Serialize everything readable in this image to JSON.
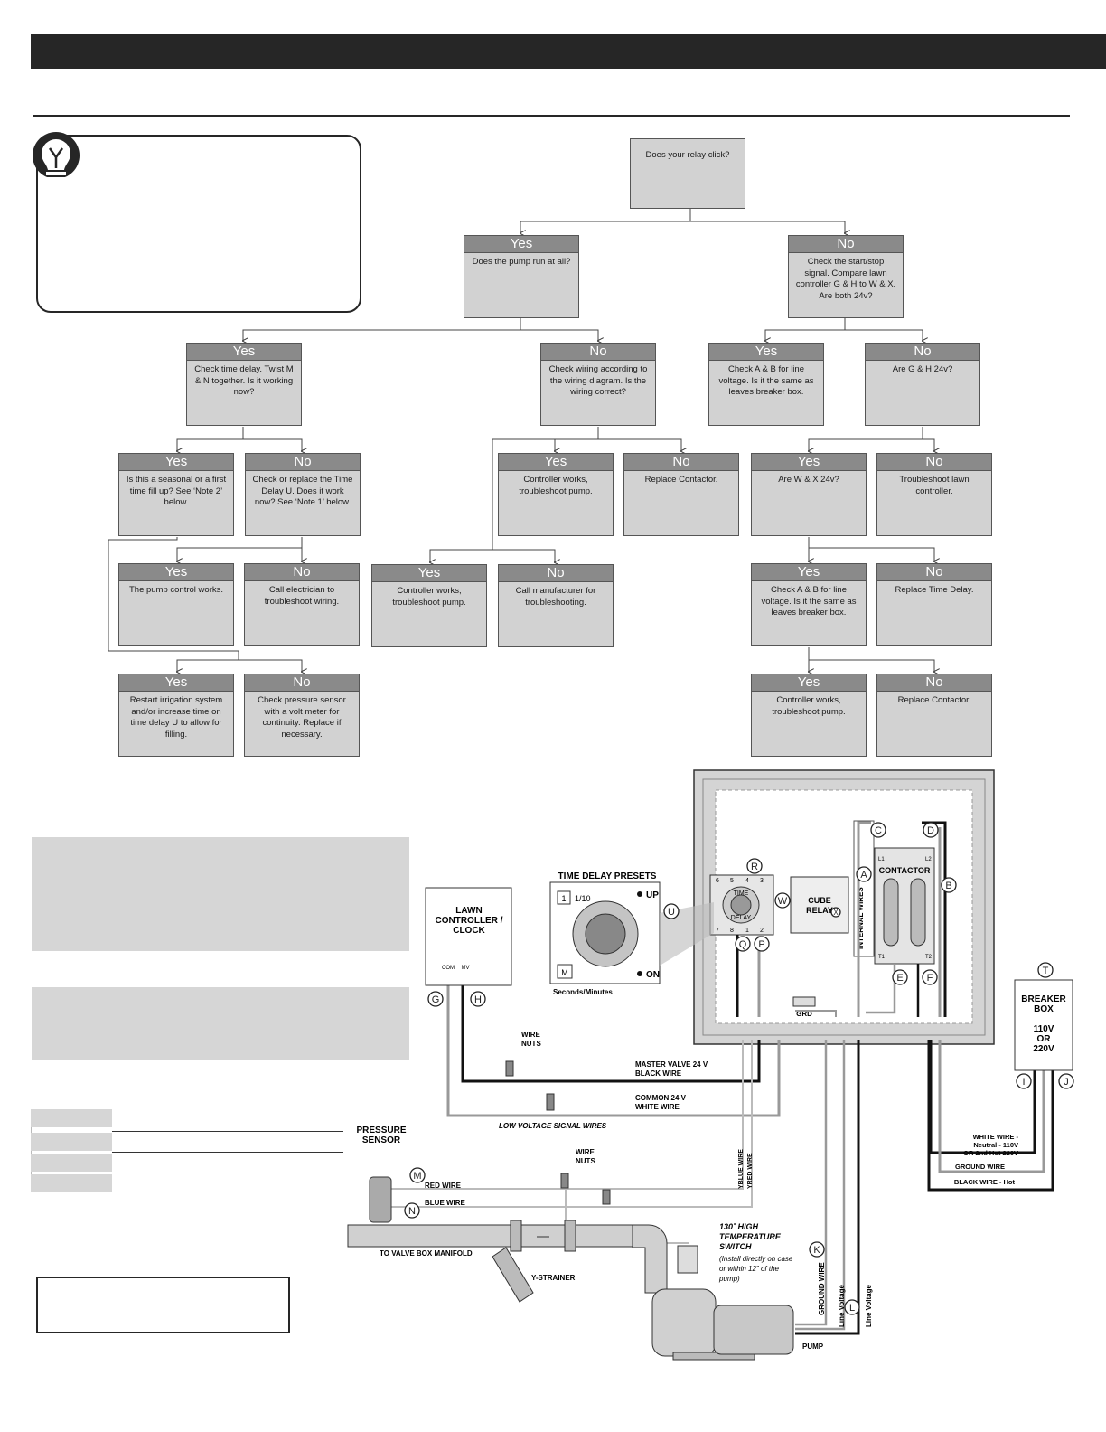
{
  "flowchart": {
    "root": {
      "question": "Does your relay click?"
    },
    "nodes": [
      {
        "id": "n1",
        "label": "Yes",
        "text": "Does the pump run at all?"
      },
      {
        "id": "n2",
        "label": "No",
        "text": "Check the start/stop signal. Compare lawn controller G & H to W & X. Are both 24v?"
      },
      {
        "id": "n3",
        "label": "Yes",
        "text": "Check time delay. Twist M & N together. Is it working now?"
      },
      {
        "id": "n4",
        "label": "No",
        "text": "Check wiring according to the wiring diagram. Is the wiring correct?"
      },
      {
        "id": "n5",
        "label": "Yes",
        "text": "Check A & B for line voltage. Is it the same as leaves breaker box."
      },
      {
        "id": "n6",
        "label": "No",
        "text": "Are G & H 24v?"
      },
      {
        "id": "n7",
        "label": "Yes",
        "text": "Is this a seasonal or a first time fill up? See ‘Note 2’ below."
      },
      {
        "id": "n8",
        "label": "No",
        "text": "Check or replace the Time Delay U. Does it work now? See ‘Note 1’ below."
      },
      {
        "id": "n9",
        "label": "Yes",
        "text": "Controller works, troubleshoot pump."
      },
      {
        "id": "n10",
        "label": "No",
        "text": "Replace Contactor."
      },
      {
        "id": "n11",
        "label": "Yes",
        "text": "Are W & X 24v?"
      },
      {
        "id": "n12",
        "label": "No",
        "text": "Troubleshoot lawn controller."
      },
      {
        "id": "n13",
        "label": "Yes",
        "text": "The pump control works."
      },
      {
        "id": "n14",
        "label": "No",
        "text": "Call electrician to troubleshoot wiring."
      },
      {
        "id": "n15",
        "label": "Yes",
        "text": "Controller works, troubleshoot pump."
      },
      {
        "id": "n16",
        "label": "No",
        "text": "Call manufacturer for troubleshooting."
      },
      {
        "id": "n17",
        "label": "Yes",
        "text": "Check A & B for line voltage. Is it the same as leaves breaker box."
      },
      {
        "id": "n18",
        "label": "No",
        "text": "Replace Time Delay."
      },
      {
        "id": "n19",
        "label": "Yes",
        "text": "Restart irrigation system and/or increase time on time delay U to allow for filling."
      },
      {
        "id": "n20",
        "label": "No",
        "text": "Check pressure sensor with a volt meter for continuity. Replace if necessary."
      },
      {
        "id": "n21",
        "label": "Yes",
        "text": "Controller works, troubleshoot pump."
      },
      {
        "id": "n22",
        "label": "No",
        "text": "Replace Contactor."
      }
    ]
  },
  "wiring": {
    "time_delay_title": "TIME DELAY PRESETS",
    "preset_1": "1",
    "preset_value": "1/10",
    "preset_m": "M",
    "up_label": "UP",
    "on_label": "ON",
    "seconds_label": "Seconds/Minutes",
    "lawn_controller": [
      "LAWN",
      "CONTROLLER /",
      "CLOCK"
    ],
    "com_label": "COM",
    "mv_label": "MV",
    "wire_nuts": [
      "WIRE",
      "NUTS"
    ],
    "master_valve": [
      "MASTER VALVE 24 V",
      "BLACK WIRE"
    ],
    "common": [
      "COMMON 24 V",
      "WHITE WIRE"
    ],
    "low_voltage": "LOW VOLTAGE SIGNAL WIRES",
    "pressure_sensor": [
      "PRESSURE",
      "SENSOR"
    ],
    "red_wire": "RED WIRE",
    "blue_wire": "BLUE WIRE",
    "yblue_wire": "YBLUE WIRE",
    "yred_wire": "YRED WIRE",
    "to_valve_box": "TO VALVE BOX MANIFOLD",
    "y_strainer": "Y-STRAINER",
    "high_temp": [
      "130˚ HIGH",
      "TEMPERATURE",
      "SWITCH"
    ],
    "high_temp_note": [
      "(Install directly on case",
      "or within 12\" of the",
      "pump)"
    ],
    "ground_wire": "GROUND WIRE",
    "line_voltage": "Line Voltage",
    "pump": "PUMP",
    "cube_relay": [
      "CUBE",
      "RELAY"
    ],
    "contactor": "CONTACTOR",
    "internal_wires": "INTERNAL WIRES",
    "grd": "GRD",
    "breaker_box": [
      "BREAKER",
      "BOX",
      "110V",
      "OR",
      "220V"
    ],
    "white_wire": [
      "WHITE WIRE -",
      "Neutral - 110V",
      "OR 2nd Hot 220V"
    ],
    "ground_wire_right": "GROUND WIRE",
    "black_wire_hot": "BLACK WIRE - Hot",
    "terminals": [
      "1",
      "2",
      "3",
      "4",
      "5",
      "6",
      "7",
      "8"
    ],
    "contactor_terms": [
      "L1",
      "L2",
      "T1",
      "T2"
    ],
    "time_delay_dial": [
      "TIME",
      "DELAY"
    ],
    "points": [
      "A",
      "B",
      "C",
      "D",
      "E",
      "F",
      "G",
      "H",
      "I",
      "J",
      "K",
      "L",
      "M",
      "N",
      "P",
      "Q",
      "R",
      "T",
      "U",
      "W"
    ],
    "point_x": "X"
  }
}
